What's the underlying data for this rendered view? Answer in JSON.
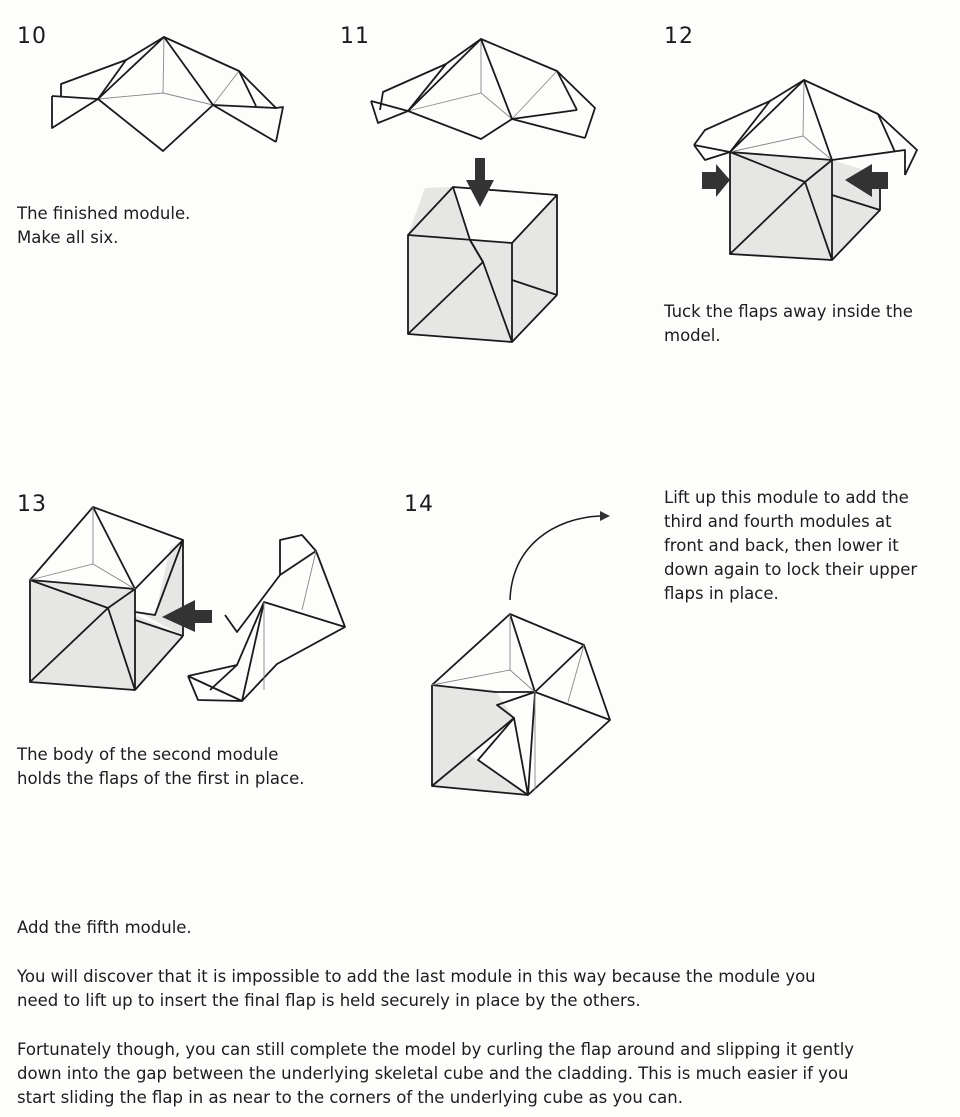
{
  "steps": [
    {
      "number": "10",
      "caption": [
        "The finished module.",
        "Make all six."
      ]
    },
    {
      "number": "11"
    },
    {
      "number": "12",
      "caption": [
        "Tuck the flaps away inside the",
        "model."
      ]
    },
    {
      "number": "13",
      "caption": [
        "The body of the second module",
        "holds the flaps of the first in place."
      ]
    },
    {
      "number": "14",
      "caption": [
        "Lift up this module to add the",
        "third and fourth modules at",
        "front and back, then lower it",
        "down again to lock their upper",
        "flaps in place."
      ]
    }
  ],
  "body": {
    "p1": [
      "Add the fifth module."
    ],
    "p2": [
      "You will discover that it is impossible to add the last module in this way because the module you",
      "need to lift up to insert the final flap is held securely in place by the others."
    ],
    "p3": [
      "Fortunately though, you can still complete the model by curling the flap around and slipping it gently",
      "down into the gap between the underlying skeletal cube and the cladding. This is much easier if you",
      "start sliding the flap in as near to the corners of the underlying cube as you can."
    ]
  }
}
